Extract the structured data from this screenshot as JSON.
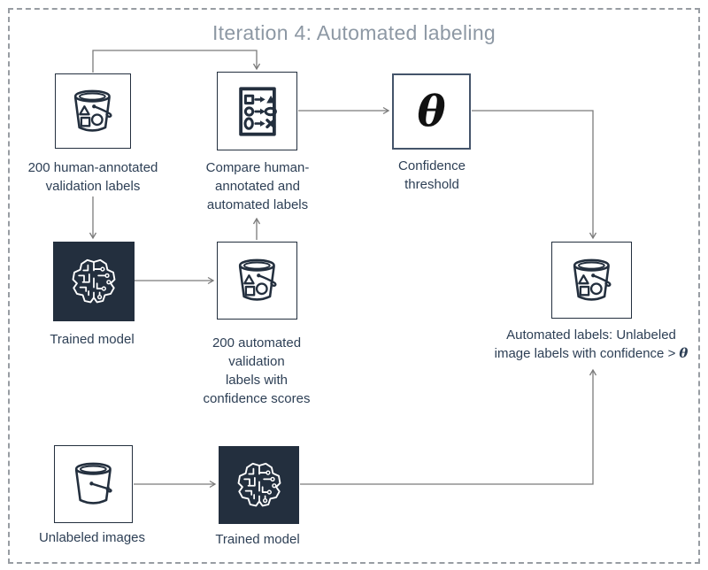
{
  "diagram": {
    "title": "Iteration 4: Automated labeling",
    "nodes": {
      "human_labels": {
        "label": "200 human-annotated\nvalidation labels",
        "icon": "bucket-shapes-icon"
      },
      "compare": {
        "label": "Compare human-\nannotated and\nautomated labels",
        "icon": "compare-labels-icon"
      },
      "threshold": {
        "label": "Confidence\nthreshold",
        "symbol": "θ",
        "icon": "theta-symbol"
      },
      "trained_model_top": {
        "label": "Trained model",
        "icon": "ml-brain-icon"
      },
      "automated_labels": {
        "label": "200 automated\nvalidation\nlabels with\nconfidence scores",
        "icon": "bucket-shapes-icon"
      },
      "output_labels": {
        "label_line1": "Automated labels: Unlabeled",
        "label_line2": "image labels with confidence >",
        "theta_symbol": "θ",
        "icon": "bucket-shapes-icon"
      },
      "unlabeled_images": {
        "label": "Unlabeled images",
        "icon": "bucket-empty-icon"
      },
      "trained_model_bottom": {
        "label": "Trained model",
        "icon": "ml-brain-icon"
      }
    },
    "edges": [
      {
        "from": "human-validation-labels",
        "to": "compare-labels"
      },
      {
        "from": "human-validation-labels",
        "to": "trained-model-top"
      },
      {
        "from": "trained-model-top",
        "to": "automated-validation-labels"
      },
      {
        "from": "automated-validation-labels",
        "to": "compare-labels"
      },
      {
        "from": "compare-labels",
        "to": "confidence-threshold"
      },
      {
        "from": "confidence-threshold",
        "to": "automated-labels-output"
      },
      {
        "from": "unlabeled-images",
        "to": "trained-model-bottom"
      },
      {
        "from": "trained-model-bottom",
        "to": "automated-labels-output"
      }
    ],
    "colors": {
      "icon_dark": "#232f3e",
      "connector": "#7b7b7b",
      "label_text": "#2d3f55",
      "title_text": "#8d98a4",
      "frame_dash": "#989da3"
    }
  }
}
